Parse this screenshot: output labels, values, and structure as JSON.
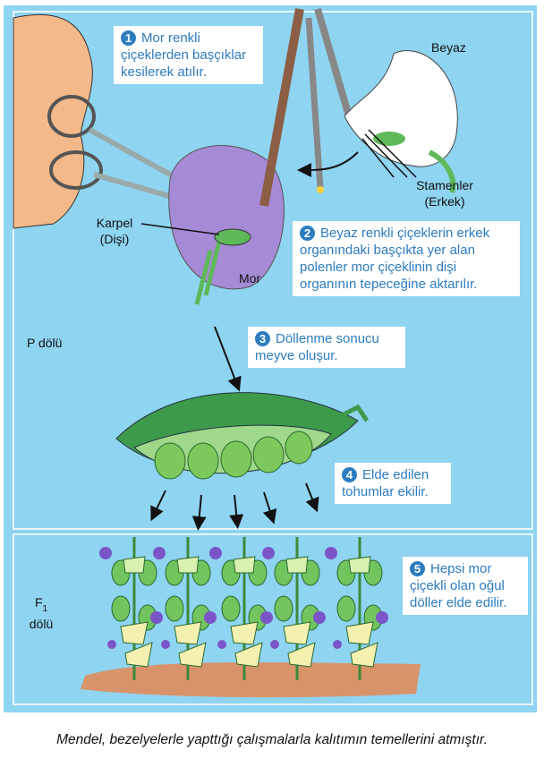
{
  "steps": [
    {
      "num": "1",
      "text": "Mor renkli çiçeklerden başçıklar kesilerek atılır."
    },
    {
      "num": "2",
      "text": "Beyaz renkli çiçeklerin erkek organındaki başçıkta yer alan polenler mor çiçeklinin dişi organının tepeceğine aktarılır."
    },
    {
      "num": "3",
      "text": "Döllenme sonucu meyve oluşur."
    },
    {
      "num": "4",
      "text": "Elde edilen tohumlar ekilir."
    },
    {
      "num": "5",
      "text": "Hepsi mor çiçekli olan oğul döller elde edilir."
    }
  ],
  "labels": {
    "beyaz": "Beyaz",
    "stamenler": "Stamenler",
    "erkek": "(Erkek)",
    "karpel": "Karpel",
    "disi": "(Dişi)",
    "mor": "Mor",
    "p_dolu": "P dölü",
    "f1": "F",
    "f1_sub": "1",
    "f1_dolu": "dölü"
  },
  "caption": "Mendel, bezelyelerle yapttığı çalışmalarla kalıtımın temellerini atmıştır.",
  "colors": {
    "background": "#8fd4f1",
    "text_blue": "#2d7cbf",
    "purple": "#9b7fd0",
    "green": "#5fb85a",
    "soil": "#d9936a"
  }
}
